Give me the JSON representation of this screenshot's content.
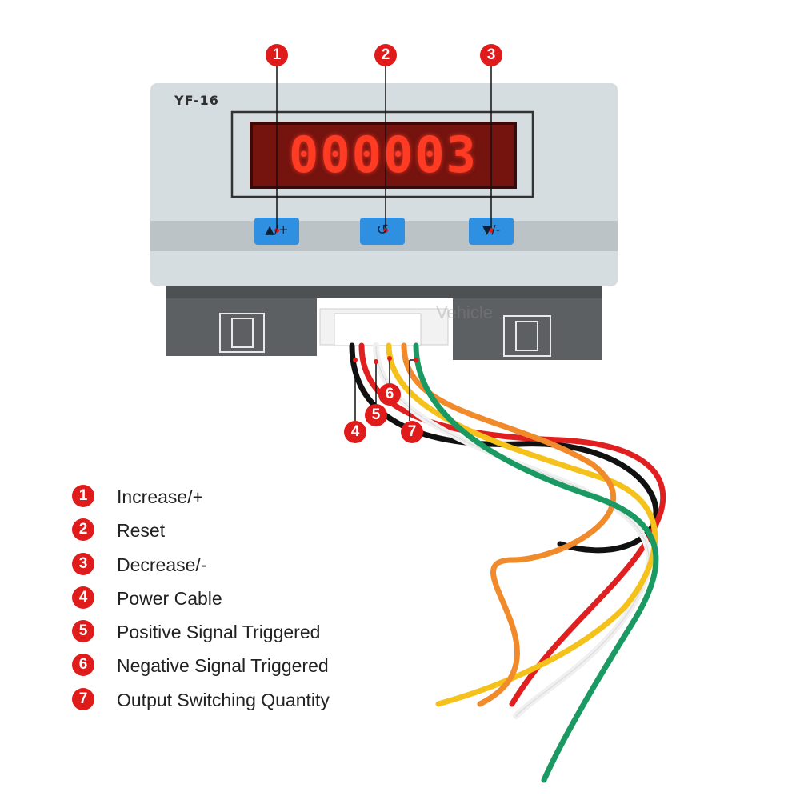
{
  "device": {
    "model": "YF-16",
    "display_value": "000003",
    "buttons": [
      {
        "label": "▲/+",
        "icon": "increase-icon"
      },
      {
        "label": "↺",
        "icon": "reset-icon"
      },
      {
        "label": "▼/-",
        "icon": "decrease-icon"
      }
    ]
  },
  "callouts": [
    "1",
    "2",
    "3",
    "4",
    "5",
    "6",
    "7"
  ],
  "legend": [
    {
      "number": "1",
      "text": "Increase/+"
    },
    {
      "number": "2",
      "text": "Reset"
    },
    {
      "number": "3",
      "text": "Decrease/-"
    },
    {
      "number": "4",
      "text": "Power Cable"
    },
    {
      "number": "5",
      "text": "Positive Signal Triggered"
    },
    {
      "number": "6",
      "text": "Negative Signal Triggered"
    },
    {
      "number": "7",
      "text": "Output Switching Quantity"
    }
  ],
  "watermark": {
    "text": "Vehicle"
  },
  "colors": {
    "badge": "#e01b1b",
    "display_text": "#ff3b24",
    "button": "#2f8fe0",
    "panel": "#cfd6da",
    "housing": "#5d6062",
    "wires": [
      "#111111",
      "#e02020",
      "#ffffff",
      "#f5c21b",
      "#f08a2a",
      "#1a9a62"
    ]
  }
}
